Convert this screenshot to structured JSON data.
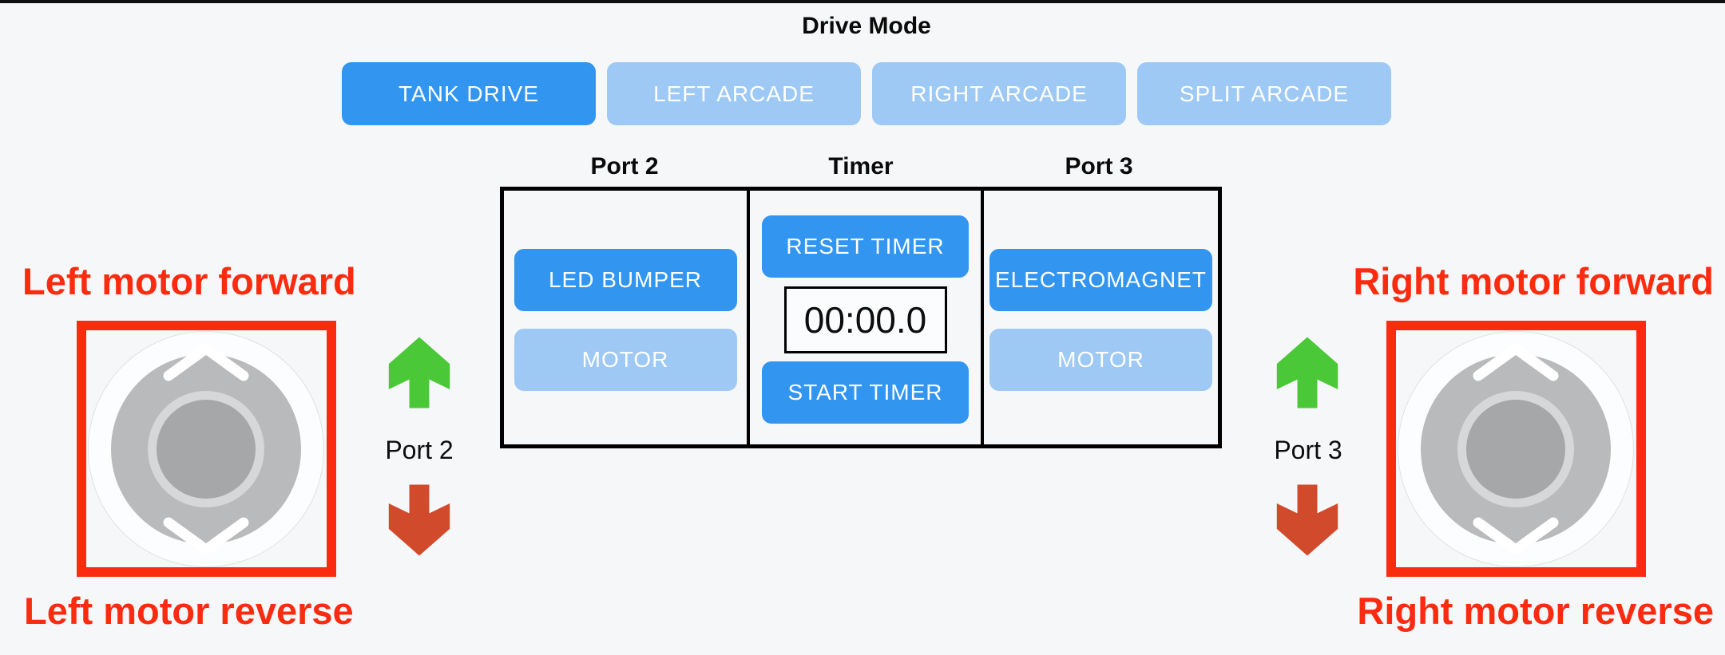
{
  "colors": {
    "bg": "#f6f7f9",
    "top-bar": "#101010",
    "accent-blue": "#3295f0",
    "light-blue": "#9ec9f5",
    "annotation-red": "#fb2b10",
    "arrow-green": "#4bc838",
    "arrow-brick": "#d14a2c",
    "panel-border": "#000000",
    "text-dark": "#0a0a0a",
    "joystick-base": "#fcfdff",
    "joystick-disc": "#b9babb",
    "joystick-ring": "#d6d7d8",
    "joystick-knob": "#a6a7a8"
  },
  "drive_mode": {
    "title": "Drive Mode",
    "buttons": [
      {
        "label": "TANK DRIVE",
        "active": true
      },
      {
        "label": "LEFT ARCADE",
        "active": false
      },
      {
        "label": "RIGHT ARCADE",
        "active": false
      },
      {
        "label": "SPLIT ARCADE",
        "active": false
      }
    ]
  },
  "panel": {
    "port2": {
      "header": "Port 2",
      "device_buttons": [
        {
          "label": "LED BUMPER",
          "active": true
        },
        {
          "label": "MOTOR",
          "active": false
        }
      ]
    },
    "timer": {
      "header": "Timer",
      "reset_label": "RESET TIMER",
      "display": "00:00.0",
      "start_label": "START TIMER"
    },
    "port3": {
      "header": "Port 3",
      "device_buttons": [
        {
          "label": "ELECTROMAGNET",
          "active": true
        },
        {
          "label": "MOTOR",
          "active": false
        }
      ]
    }
  },
  "left_joystick": {
    "forward_label": "Left motor forward",
    "reverse_label": "Left motor reverse",
    "port_label": "Port 2"
  },
  "right_joystick": {
    "forward_label": "Right motor forward",
    "reverse_label": "Right motor reverse",
    "port_label": "Port 3"
  }
}
